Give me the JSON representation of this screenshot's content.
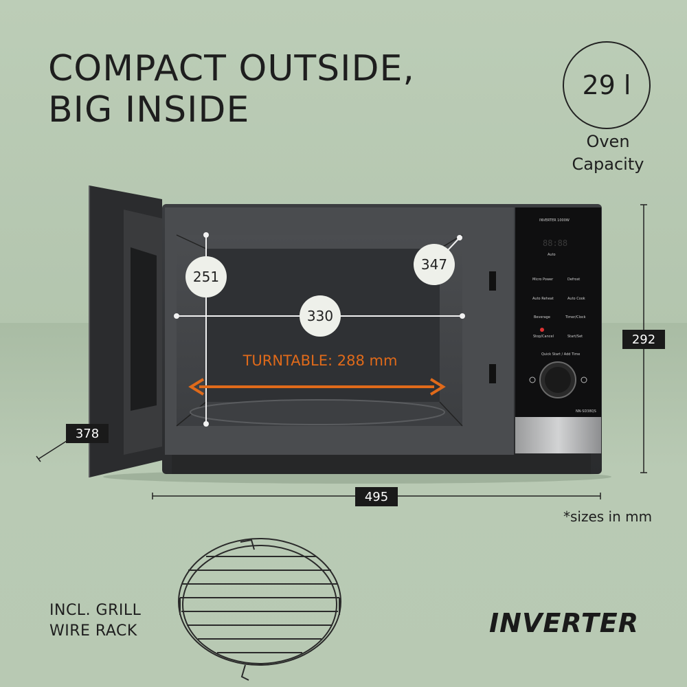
{
  "headline": {
    "line1": "COMPACT OUTSIDE,",
    "line2": "BIG INSIDE"
  },
  "capacity": {
    "value": "29 l",
    "label_line1": "Oven",
    "label_line2": "Capacity"
  },
  "interior": {
    "height": "251",
    "depth": "347",
    "width": "330",
    "turntable": "TURNTABLE: 288 mm"
  },
  "exterior": {
    "height": "292",
    "width": "495",
    "depth": "378"
  },
  "note": "*sizes in mm",
  "rack": {
    "line1": "INCL. GRILL",
    "line2": "WIRE RACK"
  },
  "brand_logo": "INVERTER",
  "control_panel": {
    "badge": "INVERTER 1000W",
    "display": "88:88",
    "auto": "Auto",
    "buttons": [
      "Micro Power",
      "Defrost",
      "Auto Reheat",
      "Auto Cook",
      "Beverage",
      "Timer/Clock",
      "Stop/Cancel",
      "Start/Set"
    ],
    "dial_label": "Quick Start / Add Time",
    "model": "NN-SD38QS"
  },
  "colors": {
    "background": "#b7c8b2",
    "accent_orange": "#e06a1a",
    "badge_dark": "#1a1a1a",
    "circle_fill": "#eef0ea"
  }
}
